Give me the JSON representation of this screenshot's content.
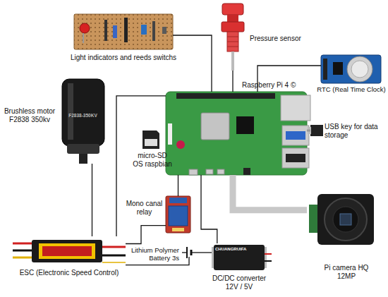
{
  "diagram": {
    "nodes": [
      {
        "text": [
          "Light indicators and reeds switchs"
        ]
      },
      {
        "text": [
          "Pressure sensor"
        ]
      },
      {
        "text": [
          "RTC (Real Time Clock)"
        ]
      },
      {
        "text": [
          "Raspberry Pi 4 ©"
        ]
      },
      {
        "text": [
          "Brushless motor F2838 350kv",
          "F2838-350KV"
        ]
      },
      {
        "text": [
          "micro-SD OS raspbian"
        ]
      },
      {
        "text": [
          "USB key for data storage"
        ]
      },
      {
        "text": [
          "Mono canal relay"
        ]
      },
      {
        "text": [
          "Lithium Polymer Battery 3s"
        ]
      },
      {
        "text": [
          "ESC (Electronic Speed Control)"
        ]
      },
      {
        "text": [
          "DC/DC converter 12V / 5V",
          "CHUANGRUIFA"
        ]
      },
      {
        "text": [
          "Pi camera HQ 12MP"
        ]
      }
    ],
    "edges": [
      {
        "from": 0,
        "to": 3,
        "arrow": "none"
      },
      {
        "from": 1,
        "to": 3,
        "arrow": "none"
      },
      {
        "from": 2,
        "to": 3,
        "arrow": "none"
      },
      {
        "from": 6,
        "to": 3,
        "arrow": "none"
      },
      {
        "from": 11,
        "to": 3,
        "arrow": "none"
      },
      {
        "from": 4,
        "to": 9,
        "arrow": "none"
      },
      {
        "from": 3,
        "to": 9,
        "arrow": "none"
      },
      {
        "from": 3,
        "to": 7,
        "arrow": "none"
      },
      {
        "from": 7,
        "to": 9,
        "arrow": "none"
      },
      {
        "from": 8,
        "to": 9,
        "arrow": "none"
      },
      {
        "from": 8,
        "to": 10,
        "arrow": "none"
      },
      {
        "from": 10,
        "to": 3,
        "arrow": "none"
      }
    ]
  }
}
